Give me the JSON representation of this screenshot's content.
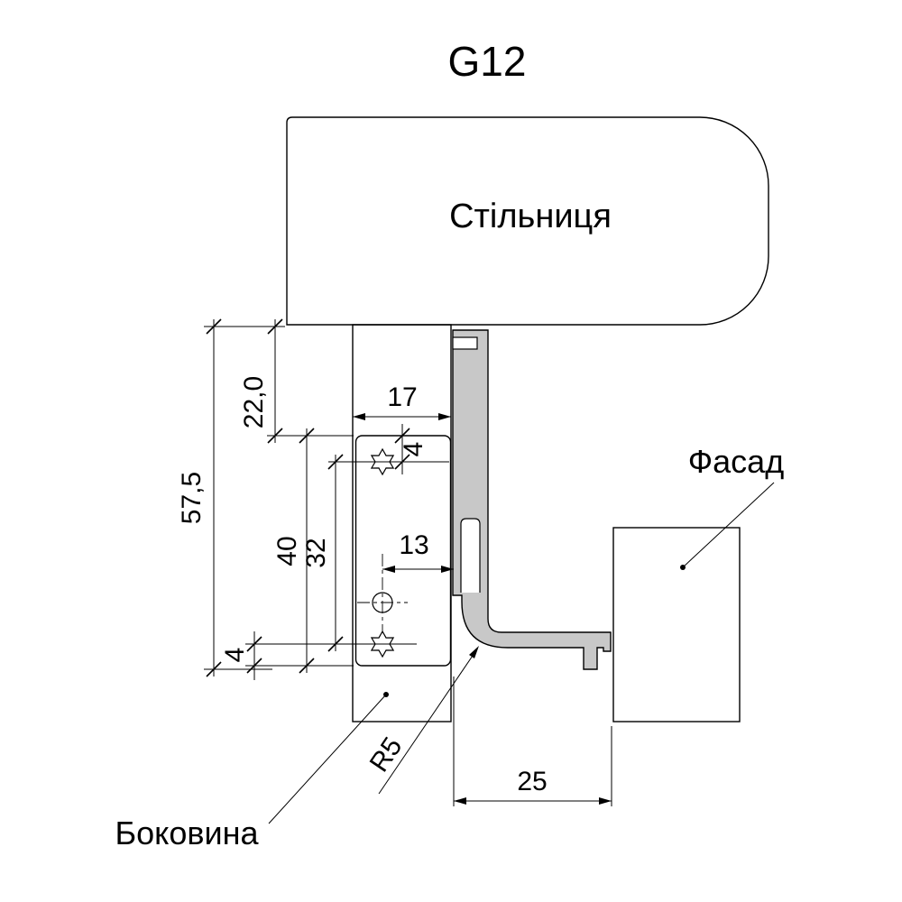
{
  "title": "G12",
  "parts": {
    "countertop": "Стільниця",
    "facade": "Фасад",
    "side_panel": "Боковина"
  },
  "dims": {
    "total_height": "57,5",
    "countertop_gap": "22,0",
    "panel_thickness": "17",
    "screw_top_inset": "4",
    "plate_height": "40",
    "screw_spacing": "32",
    "screw_to_front": "13",
    "screw_bottom_inset": "4",
    "fillet_radius": "R5",
    "gola_depth": "25"
  },
  "colors": {
    "background": "#ffffff",
    "line": "#000000",
    "profile_fill": "#c8c8c8"
  }
}
